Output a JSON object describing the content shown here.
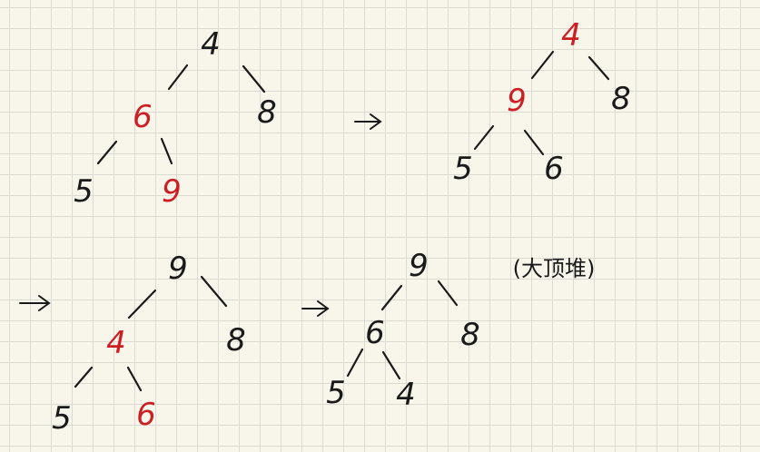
{
  "colors": {
    "ink": "#1a1a1a",
    "highlight": "#cc1f24",
    "paper": "#f8f5ea"
  },
  "note": "(大顶堆)",
  "trees": [
    {
      "nodes": [
        "4",
        "6",
        "8",
        "5",
        "9"
      ],
      "highlighted": [
        "6",
        "9"
      ]
    },
    {
      "nodes": [
        "4",
        "9",
        "8",
        "5",
        "6"
      ],
      "highlighted": [
        "4",
        "9"
      ]
    },
    {
      "nodes": [
        "9",
        "4",
        "8",
        "5",
        "6"
      ],
      "highlighted": [
        "4",
        "6"
      ]
    },
    {
      "nodes": [
        "9",
        "6",
        "8",
        "5",
        "4"
      ],
      "highlighted": []
    }
  ]
}
